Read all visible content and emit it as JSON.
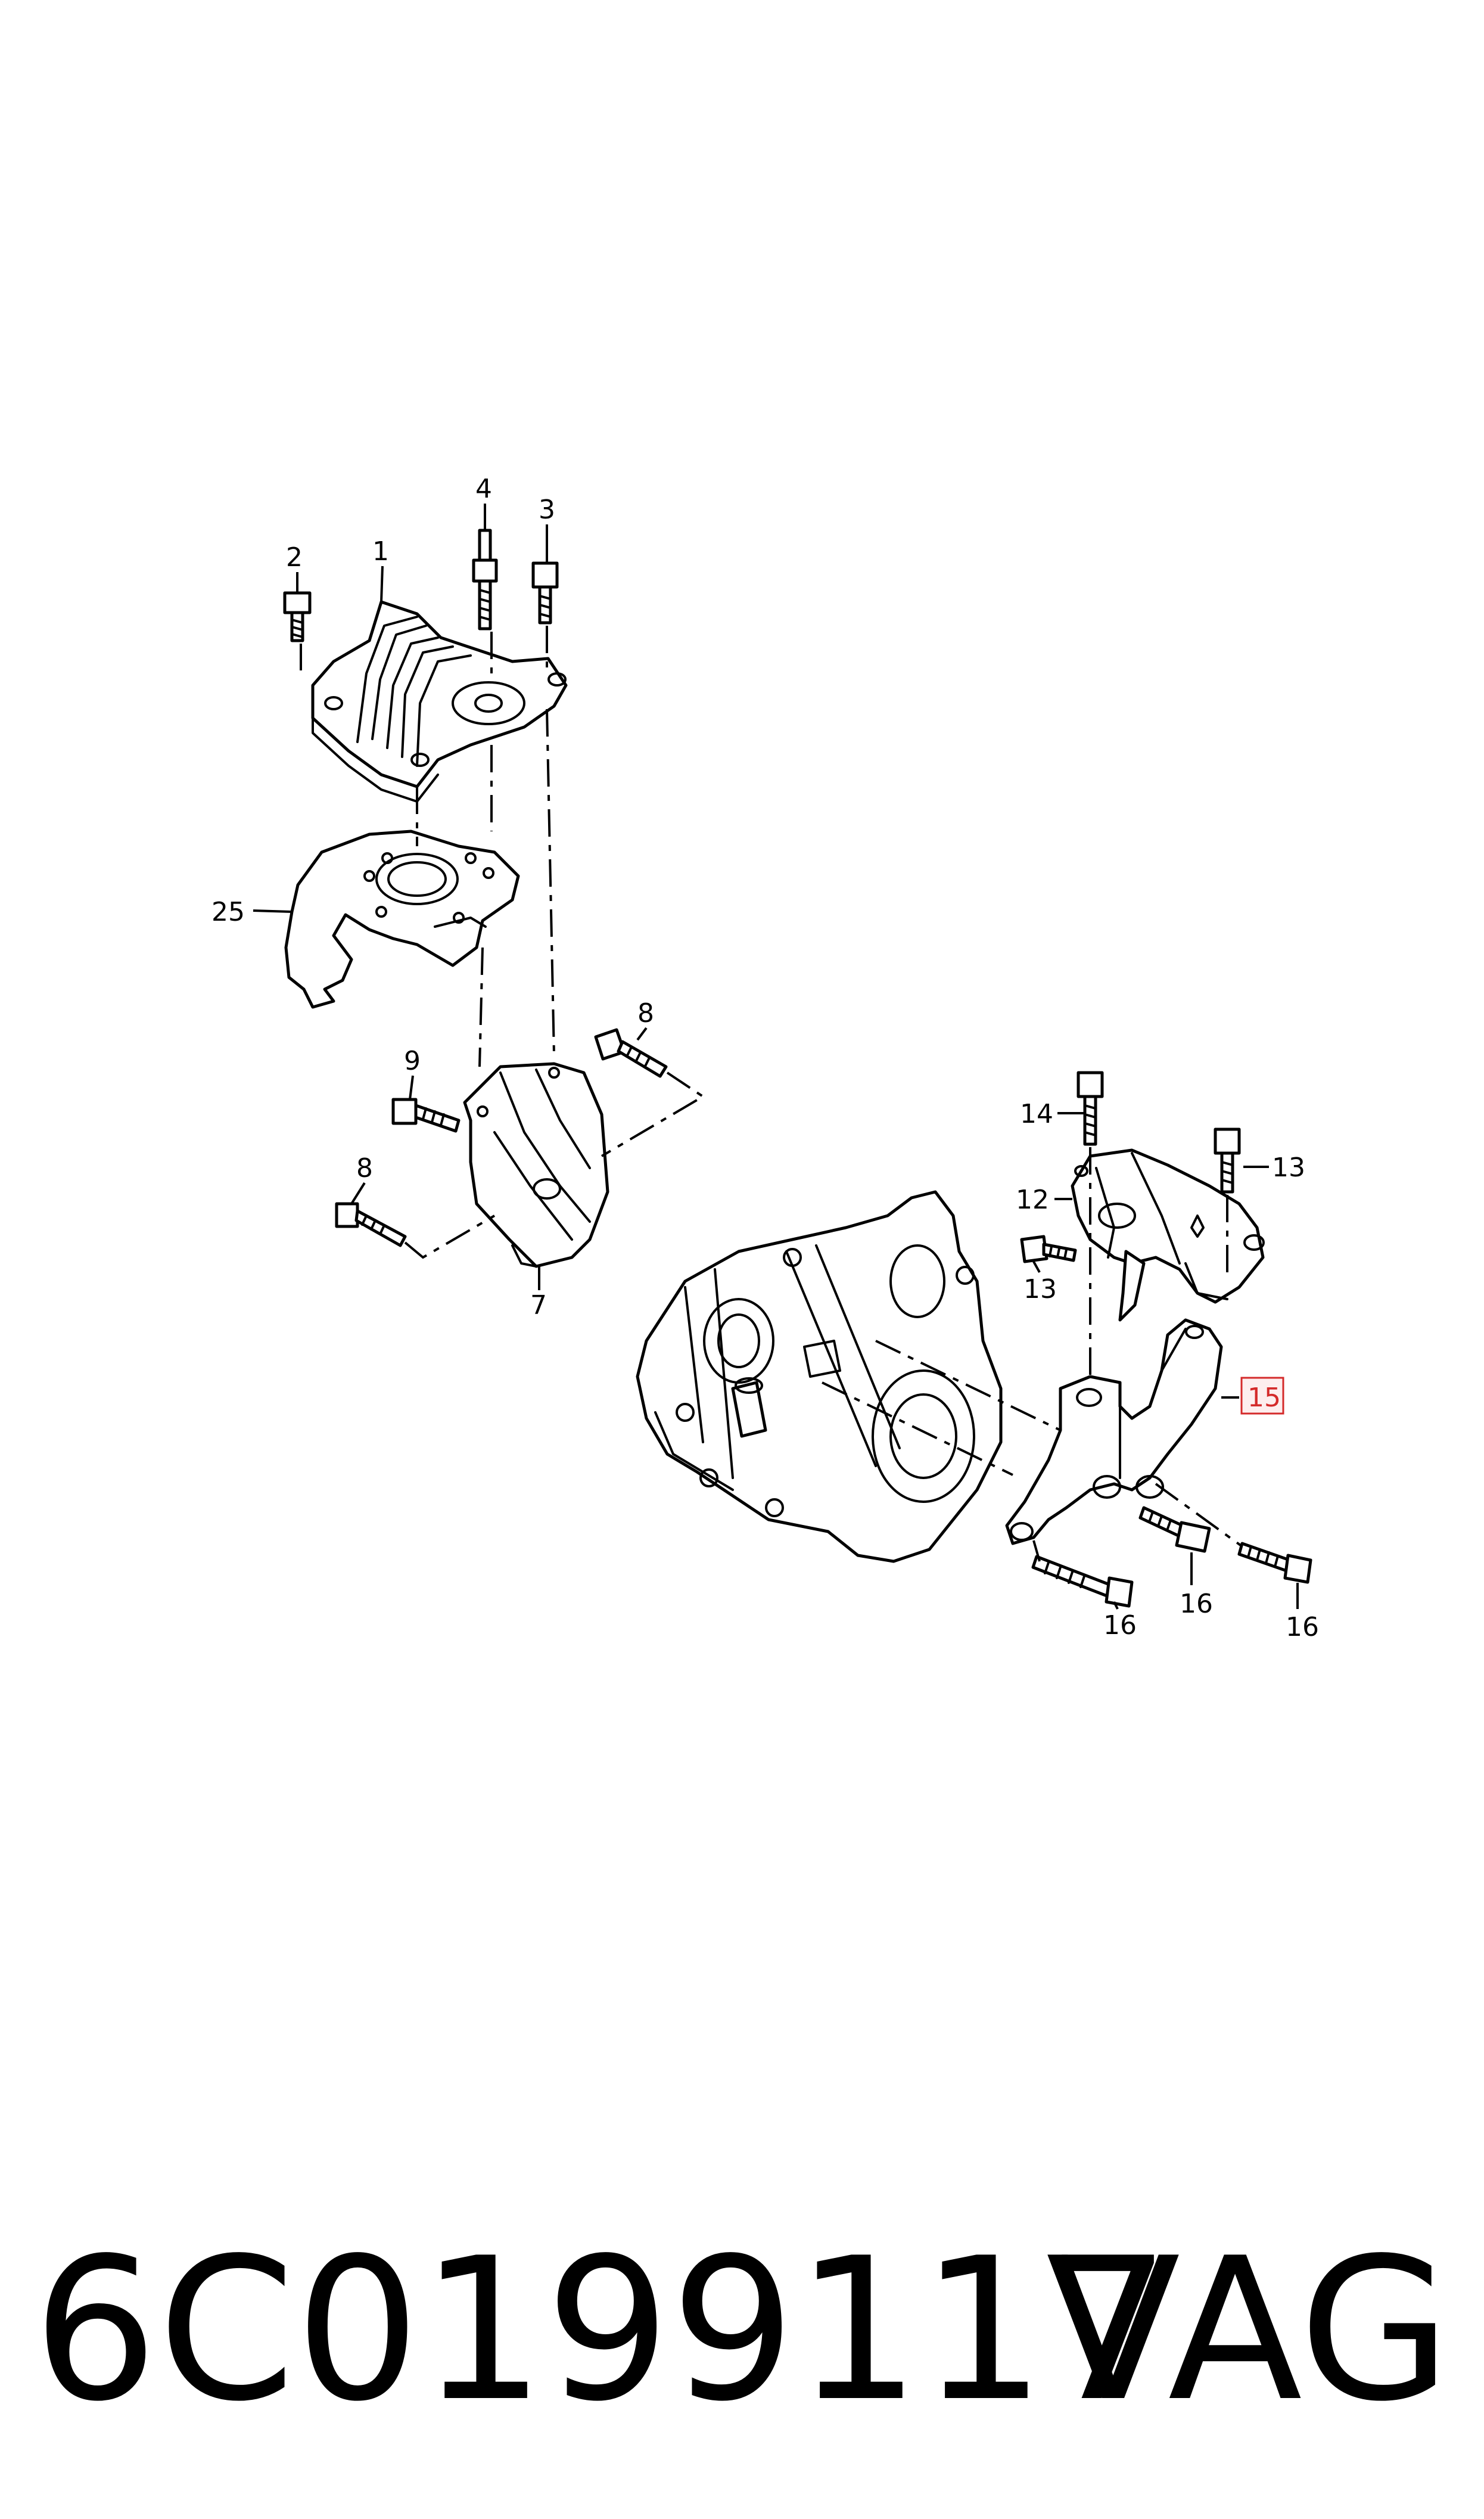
{
  "diagram": {
    "callouts": {
      "c1": "1",
      "c2": "2",
      "c3": "3",
      "c4": "4",
      "c7": "7",
      "c8a": "8",
      "c8b": "8",
      "c9": "9",
      "c12": "12",
      "c13a": "13",
      "c13b": "13",
      "c14": "14",
      "c15": "15",
      "c16a": "16",
      "c16b": "16",
      "c16c": "16",
      "c25": "25"
    },
    "highlight_color": "#d42a2a"
  },
  "footer": {
    "part_number": "6C0199117",
    "brand": "VAG"
  }
}
